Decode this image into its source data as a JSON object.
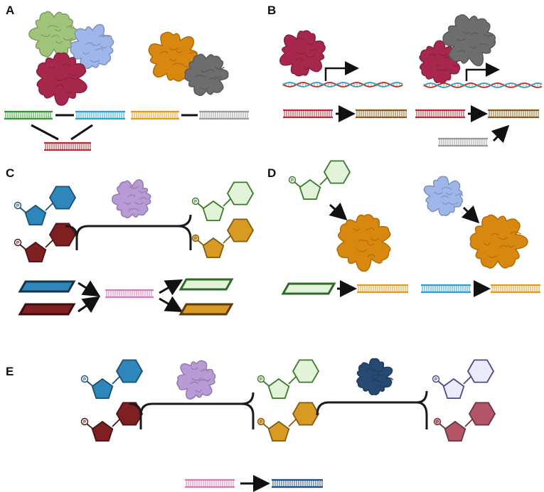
{
  "panels": {
    "a": {
      "label": "A"
    },
    "b": {
      "label": "B"
    },
    "c": {
      "label": "C"
    },
    "d": {
      "label": "D"
    },
    "e": {
      "label": "E"
    }
  },
  "nucleotide": {
    "phosphate_symbol": "P"
  },
  "colors": {
    "green_protein": "#9fc47a",
    "blue_protein": "#9fb6ea",
    "crimson_protein": "#a8284d",
    "orange_protein": "#d9880f",
    "gray_protein": "#6e6e6e",
    "purple_protein": "#b79ad6",
    "navy_protein": "#274a73",
    "blue_nucleotide": "#2f86ba",
    "darkred_nucleotide": "#7e1f22",
    "lightgreen_nucleotide": "#e3f3da",
    "gold_nucleotide": "#d89a22",
    "lavender_nucleotide": "#ecebfb",
    "rose_nucleotide": "#b35568",
    "strand_green": "#2f9b2f",
    "strand_cyan": "#2a9fd0",
    "strand_orange": "#e39a1c",
    "strand_gray": "#9a9a9a",
    "strand_red": "#b52c3a",
    "strand_brown": "#8a5a18",
    "strand_pink": "#d67bb7",
    "strand_navy": "#1d4f86"
  }
}
